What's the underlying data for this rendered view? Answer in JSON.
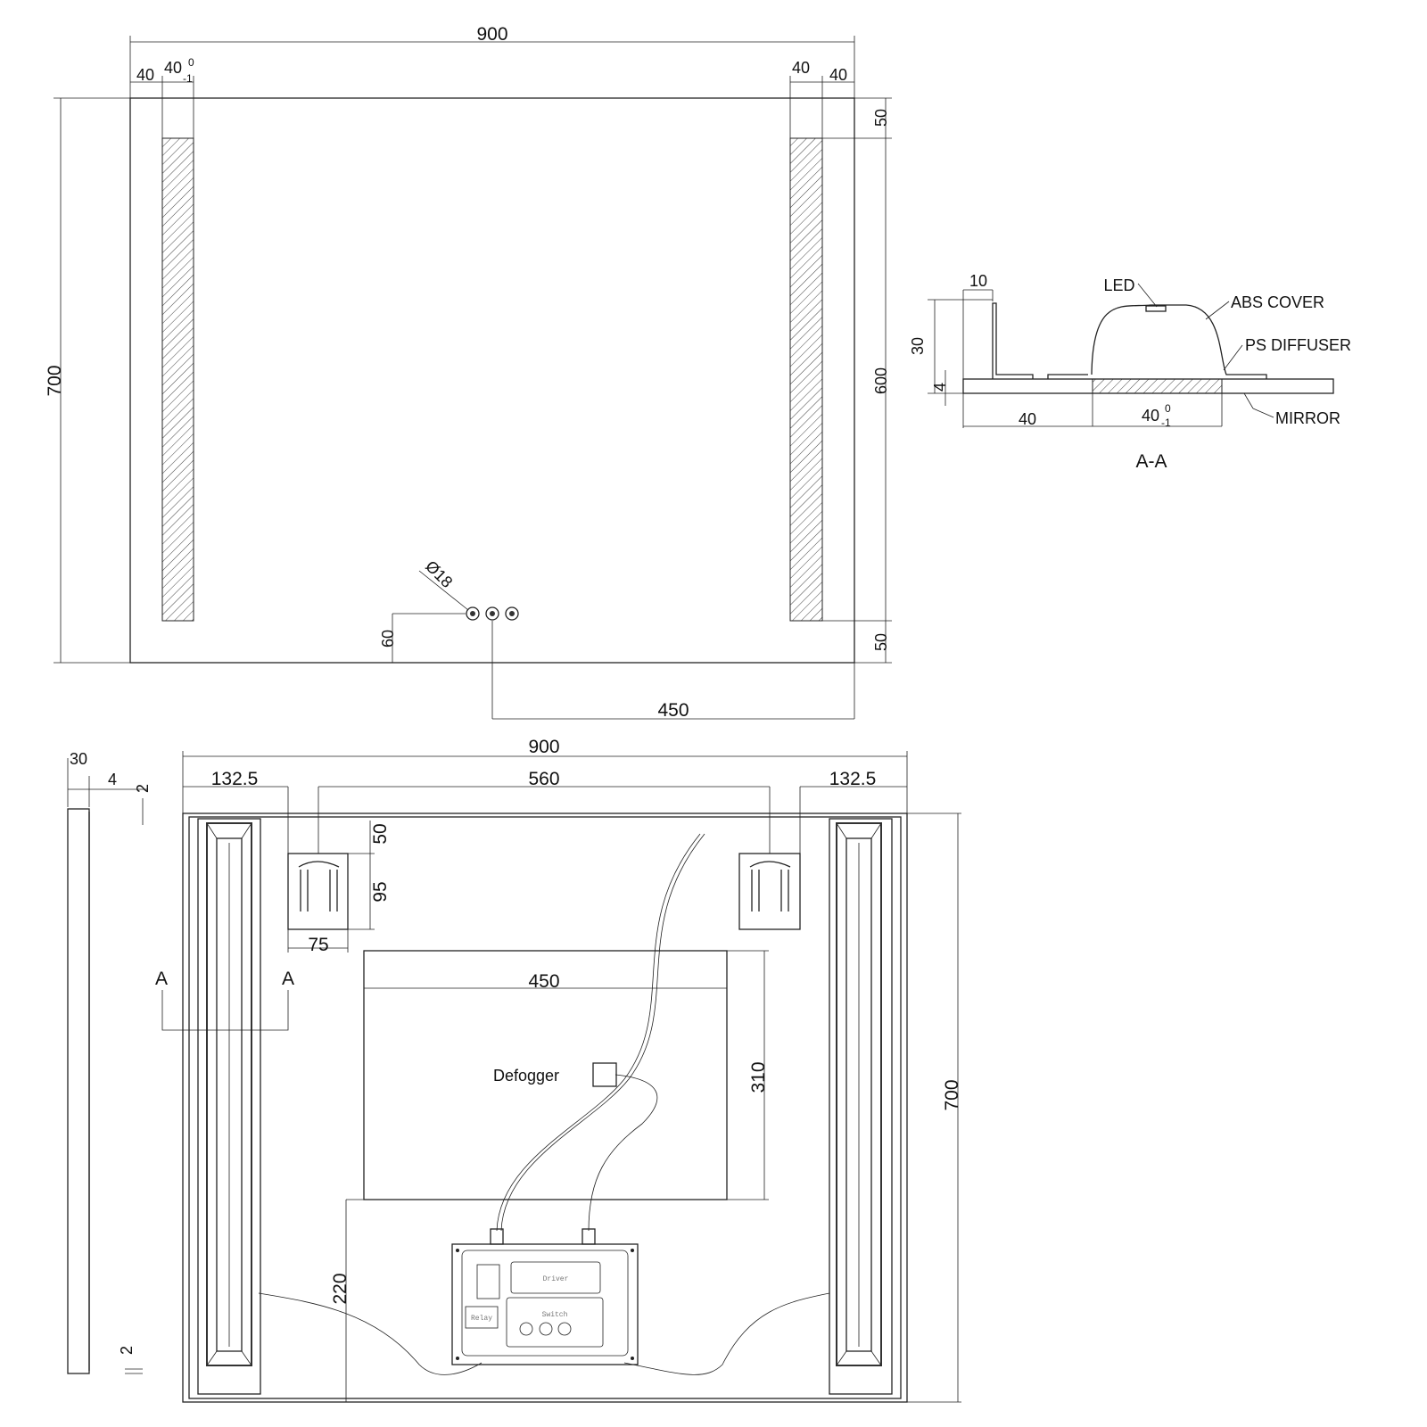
{
  "front_view": {
    "width": "900",
    "left_margin": "40",
    "led_width": "40",
    "tol_upper": "0",
    "tol_lower": "-1",
    "right_led_width": "40",
    "right_margin": "40",
    "height": "700",
    "top_offset": "50",
    "led_length": "600",
    "bottom_offset": "50",
    "button_diameter": "Ø18",
    "button_height": "60",
    "button_offset": "450"
  },
  "section": {
    "title": "A-A",
    "flange": "10",
    "depth": "30",
    "mirror_thk": "4",
    "edge": "40",
    "led_zone": "40",
    "tol_upper": "0",
    "tol_lower": "-1",
    "labels": {
      "led": "LED",
      "abs_cover": "ABS COVER",
      "ps_diffuser": "PS DIFFUSER",
      "mirror": "MIRROR"
    }
  },
  "back_view": {
    "width": "900",
    "left_offset": "132.5",
    "bracket_spacing": "560",
    "right_offset": "132.5",
    "bracket_top": "50",
    "bracket_height": "95",
    "bracket_width": "75",
    "defogger_width": "450",
    "defogger_height": "310",
    "defogger_label": "Defogger",
    "box_height": "220",
    "height": "700",
    "section_mark": "A",
    "box_labels": {
      "driver": "Driver",
      "switch": "Switch",
      "relay": "Relay"
    }
  },
  "side_view": {
    "depth": "30",
    "mirror": "4",
    "gap_top": "2",
    "gap_bottom": "2"
  }
}
